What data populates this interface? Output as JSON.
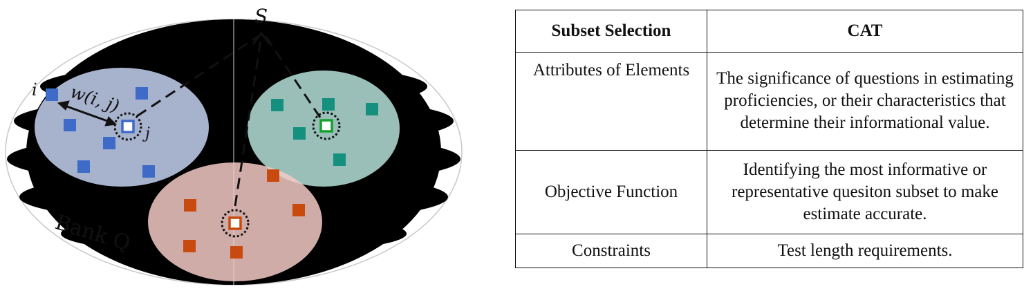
{
  "diagram": {
    "top_label": "S",
    "bank_label": "Bank Q",
    "weight_label": "w(i, j)",
    "node_i_label": "i",
    "node_j_label": "j",
    "colors": {
      "blue_cluster": "#c4d1f1",
      "green_cluster": "#b5e1d8",
      "red_cluster": "#f3cac6",
      "blue_item": "#3e6ac8",
      "green_item": "#16907e",
      "red_item": "#c94a0f",
      "green_selected": "#14a02c"
    }
  },
  "table": {
    "headers": [
      "Subset Selection",
      "CAT"
    ],
    "rows": [
      {
        "label": "Attributes of Elements",
        "value": "The significance of questions in estimating proficiencies, or their characteristics that determine their informational value."
      },
      {
        "label": "Objective Function",
        "value": "Identifying the most informative or representative quesiton subset to make estimate accurate."
      },
      {
        "label": "Constraints",
        "value": "Test length requirements."
      }
    ]
  }
}
